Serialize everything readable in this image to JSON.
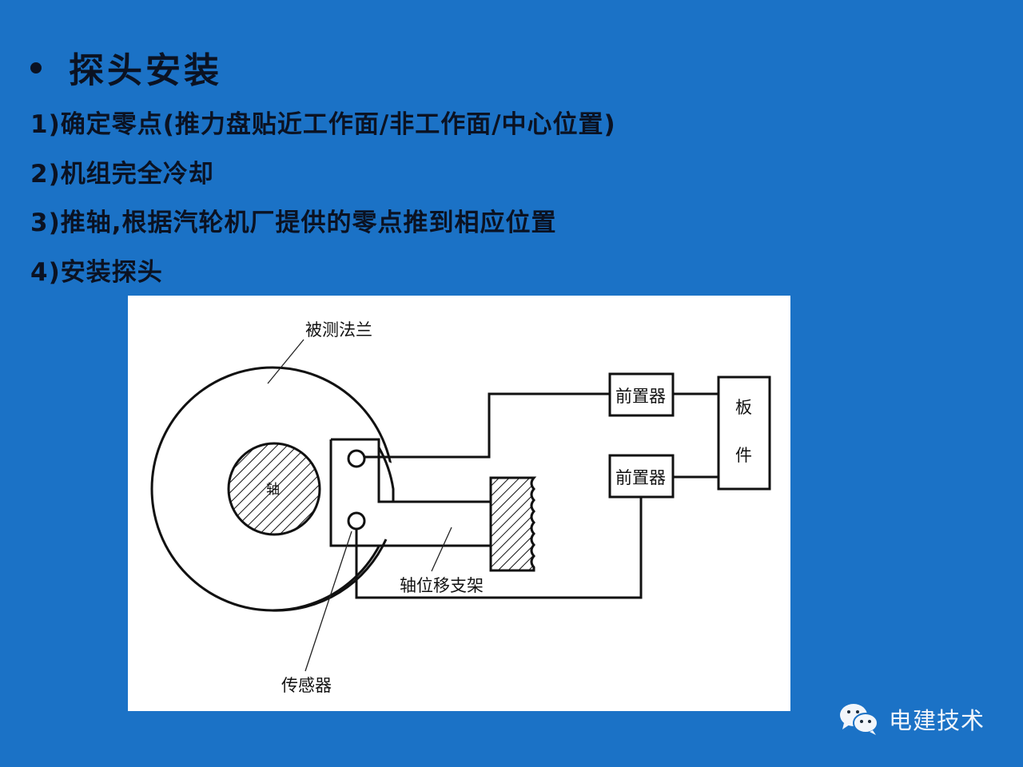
{
  "slide": {
    "title": "探头安装",
    "steps": [
      "1)确定零点(推力盘贴近工作面/非工作面/中心位置)",
      "2)机组完全冷却",
      "3)推轴,根据汽轮机厂提供的零点推到相应位置",
      "4)安装探头"
    ]
  },
  "diagram": {
    "labels": {
      "flange": "被测法兰",
      "shaft": "轴",
      "bracket": "轴位移支架",
      "sensor": "传感器",
      "preamp_top": "前置器",
      "preamp_bottom": "前置器",
      "board_1": "板",
      "board_2": "件"
    }
  },
  "watermark": {
    "icon": "wechat-icon",
    "text": "电建技术"
  },
  "colors": {
    "background": "#1b72c6",
    "text": "#0b1222"
  }
}
